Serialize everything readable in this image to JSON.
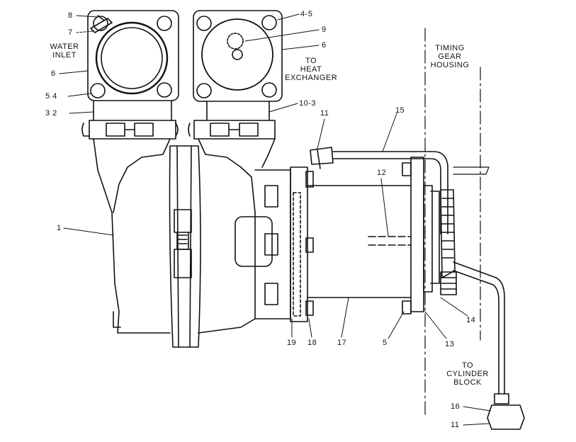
{
  "callouts": {
    "c8": "8",
    "c7": "7",
    "c6a": "6",
    "c54": "5 4",
    "c32": "3 2",
    "c45": "4-5",
    "c9": "9",
    "c6b": "6",
    "c103": "10-3",
    "c11a": "11",
    "c15": "15",
    "c12": "12",
    "c1": "1",
    "c19": "19",
    "c18": "18",
    "c17": "17",
    "c5": "5",
    "c13": "13",
    "c14": "14",
    "c16": "16",
    "c11b": "11"
  },
  "captions": {
    "water_inlet_1": "WATER",
    "water_inlet_2": "INLET",
    "heat_ex_1": "TO",
    "heat_ex_2": "HEAT",
    "heat_ex_3": "EXCHANGER",
    "timing_1": "TIMING",
    "timing_2": "GEAR",
    "timing_3": "HOUSING",
    "cyl_1": "TO",
    "cyl_2": "CYLINDER",
    "cyl_3": "BLOCK"
  },
  "colors": {
    "ink": "#111111",
    "paper": "#ffffff"
  }
}
